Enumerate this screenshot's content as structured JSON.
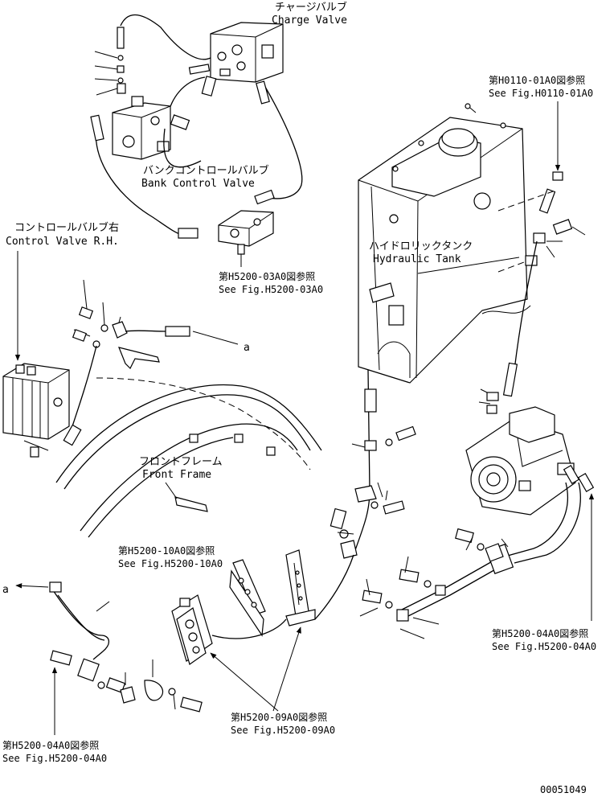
{
  "labels": {
    "charge_valve_jp": "チャージバルブ",
    "charge_valve_en": "Charge Valve",
    "bank_control_valve_jp": "バンクコントロールバルブ",
    "bank_control_valve_en": "Bank Control Valve",
    "control_valve_rh_jp": "コントロールバルブ右",
    "control_valve_rh_en": "Control Valve R.H.",
    "hydraulic_tank_jp": "ハイドロリックタンク",
    "hydraulic_tank_en": "Hydraulic Tank",
    "front_frame_jp": "フロントフレーム",
    "front_frame_en": "Front Frame",
    "connector_a_right": "a",
    "connector_a_left": "a",
    "drawing_number": "00051049"
  },
  "references": {
    "h0110_01a0_jp": "第H0110-01A0図参照",
    "h0110_01a0_en": "See Fig.H0110-01A0",
    "h5200_03a0_jp": "第H5200-03A0図参照",
    "h5200_03a0_en": "See Fig.H5200-03A0",
    "h5200_10a0_jp": "第H5200-10A0図参照",
    "h5200_10a0_en": "See Fig.H5200-10A0",
    "h5200_04a0_right_jp": "第H5200-04A0図参照",
    "h5200_04a0_right_en": "See Fig.H5200-04A0",
    "h5200_09a0_jp": "第H5200-09A0図参照",
    "h5200_09a0_en": "See Fig.H5200-09A0",
    "h5200_04a0_left_jp": "第H5200-04A0図参照",
    "h5200_04a0_left_en": "See Fig.H5200-04A0"
  }
}
